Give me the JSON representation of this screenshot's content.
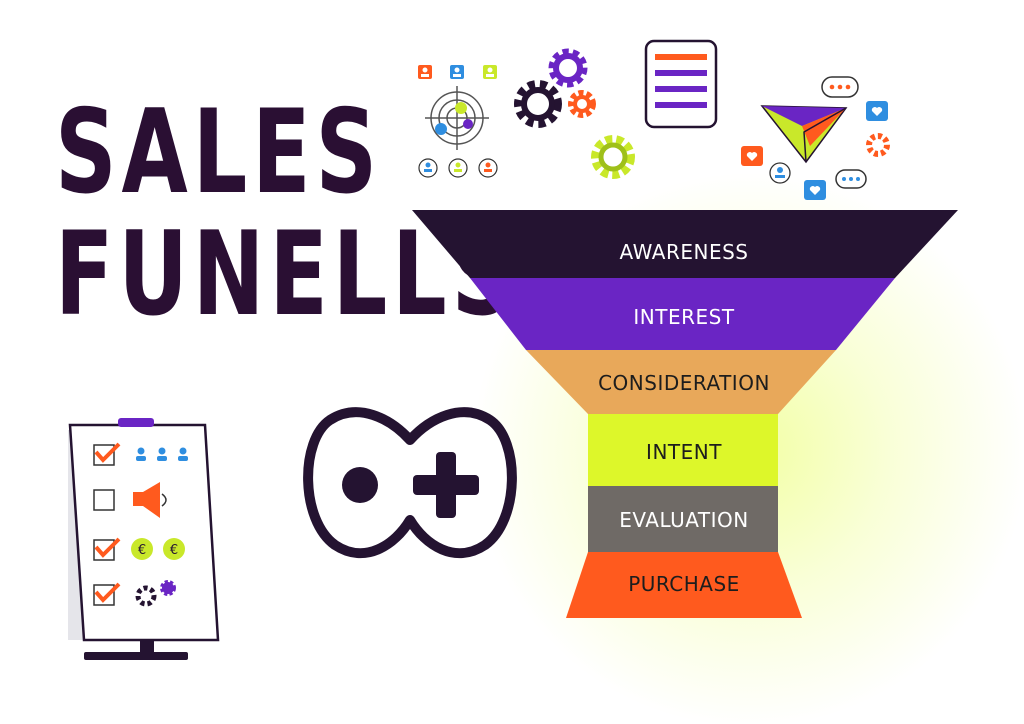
{
  "title": {
    "line1": "SALES",
    "line2": "FUNELLS"
  },
  "funnel": {
    "stages": [
      {
        "label": "AWARENESS",
        "color": "#241331",
        "text_color": "#ffffff"
      },
      {
        "label": "INTEREST",
        "color": "#6a25c4",
        "text_color": "#ffffff"
      },
      {
        "label": "CONSIDERATION",
        "color": "#e8a85a",
        "text_color": "#1d1d1d"
      },
      {
        "label": "INTENT",
        "color": "#ddf72a",
        "text_color": "#1d1d1d"
      },
      {
        "label": "EVALUATION",
        "color": "#6f6a66",
        "text_color": "#ffffff"
      },
      {
        "label": "PURCHASE",
        "color": "#ff5a1e",
        "text_color": "#1d1d1d"
      }
    ]
  },
  "icons": {
    "target": "target-icon",
    "gears": "gears-icon",
    "document": "document-icon",
    "paper_plane": "paper-plane-icon",
    "checklist_board": "checklist-board-icon",
    "mascot": "dot-plus-mascot-icon"
  },
  "colors": {
    "dark": "#2a0f33",
    "purple": "#6a25c4",
    "orange": "#ff5a1e",
    "lime": "#c9e82a",
    "blue": "#2f8ee0"
  }
}
